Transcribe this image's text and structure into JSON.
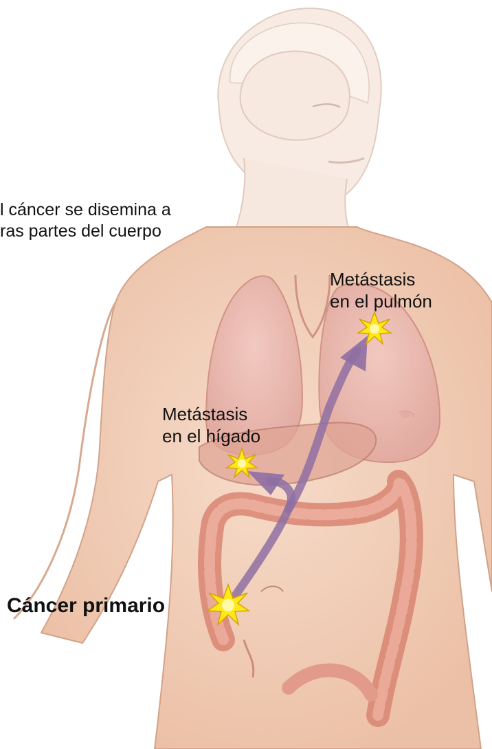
{
  "labels": {
    "intro_line1": "l cáncer se disemina a",
    "intro_line2": "ras partes del cuerpo",
    "lung_line1": "Metástasis",
    "lung_line2": "en el pulmón",
    "liver_line1": "Metástasis",
    "liver_line2": "en el hígado",
    "primary": "Cáncer primario"
  },
  "colors": {
    "skin": "#f3d2bd",
    "skin_shadow": "#e5b79c",
    "lung": "#e9b3ae",
    "liver": "#e2a89a",
    "intestine": "#de8f7c",
    "arrow": "#9a7aa8",
    "star": "#ffe81a",
    "star_core": "#fff9a8",
    "text": "#111111"
  },
  "icons": {
    "tumor_marker": "yellow-starburst-icon",
    "spread_arrow": "curved-arrow-icon"
  }
}
